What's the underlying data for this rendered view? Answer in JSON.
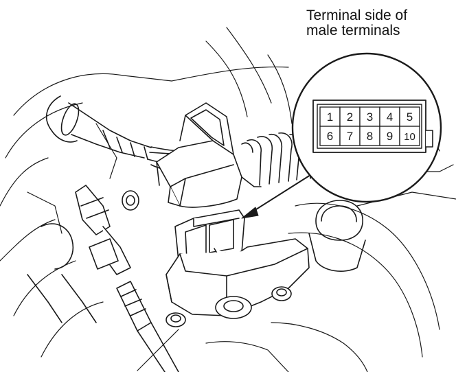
{
  "caption": {
    "line1": "Terminal side of",
    "line2": "male terminals"
  },
  "connector_view": {
    "terminals_row1": [
      "1",
      "2",
      "3",
      "4",
      "5"
    ],
    "terminals_row2": [
      "6",
      "7",
      "8",
      "9",
      "10"
    ]
  },
  "colors": {
    "line": "#1a1a1a",
    "background": "#ffffff",
    "fill": "#ffffff"
  }
}
